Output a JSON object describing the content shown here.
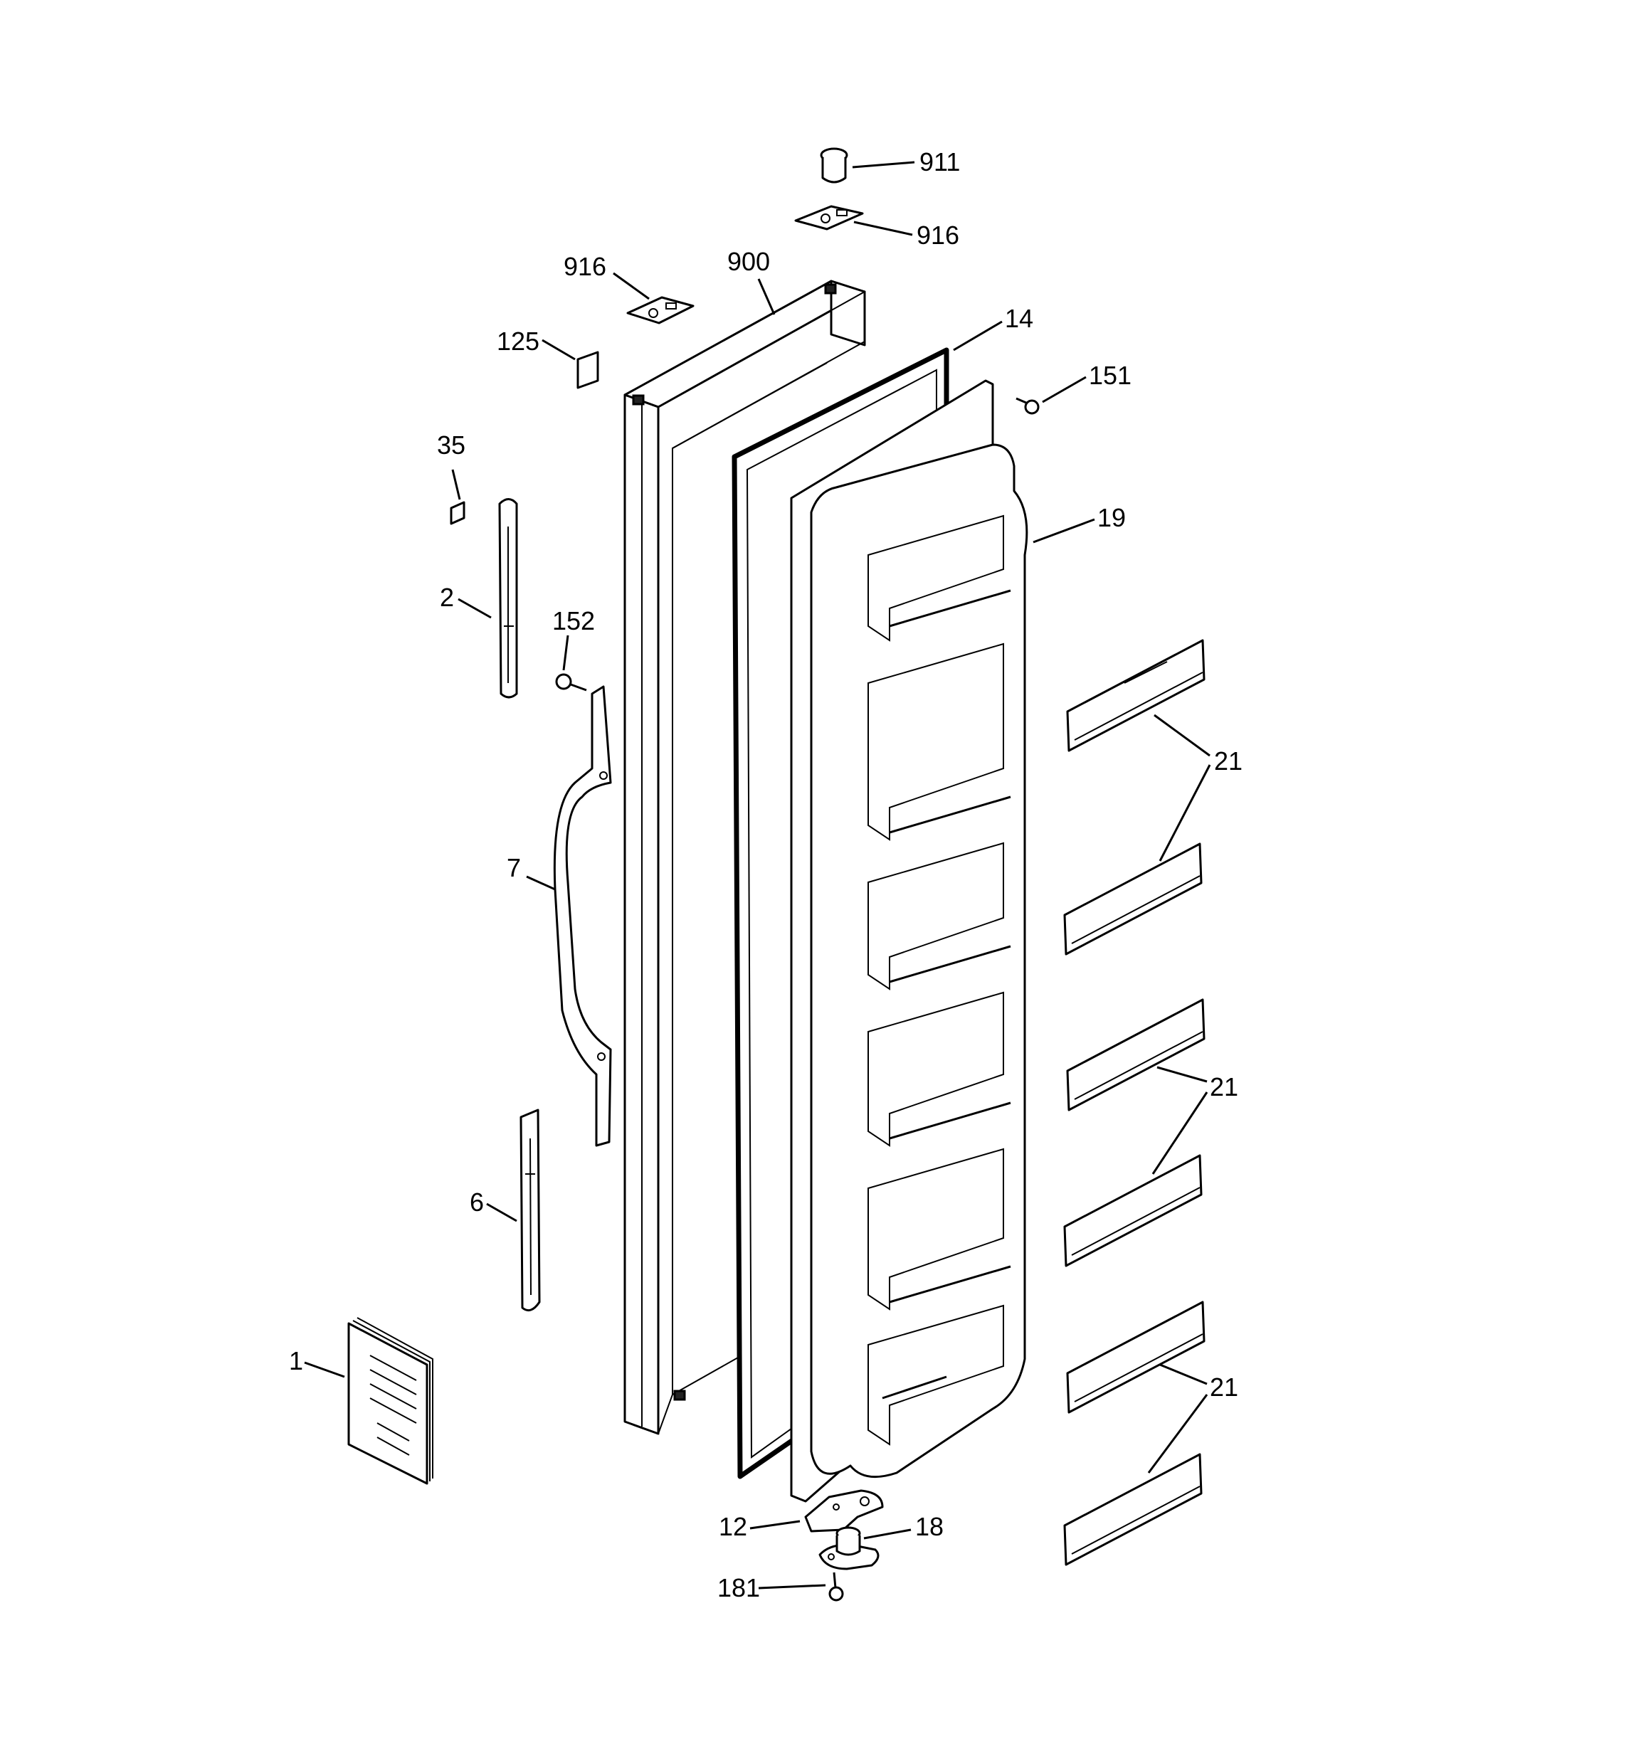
{
  "diagram": {
    "labels": {
      "p911": "911",
      "p916_right": "916",
      "p916_left": "916",
      "p900": "900",
      "p14": "14",
      "p151": "151",
      "p125": "125",
      "p35": "35",
      "p19": "19",
      "p2": "2",
      "p152": "152",
      "p21_a": "21",
      "p7": "7",
      "p21_b": "21",
      "p6": "6",
      "p1": "1",
      "p21_c": "21",
      "p12": "12",
      "p18": "18",
      "p181": "181"
    }
  }
}
